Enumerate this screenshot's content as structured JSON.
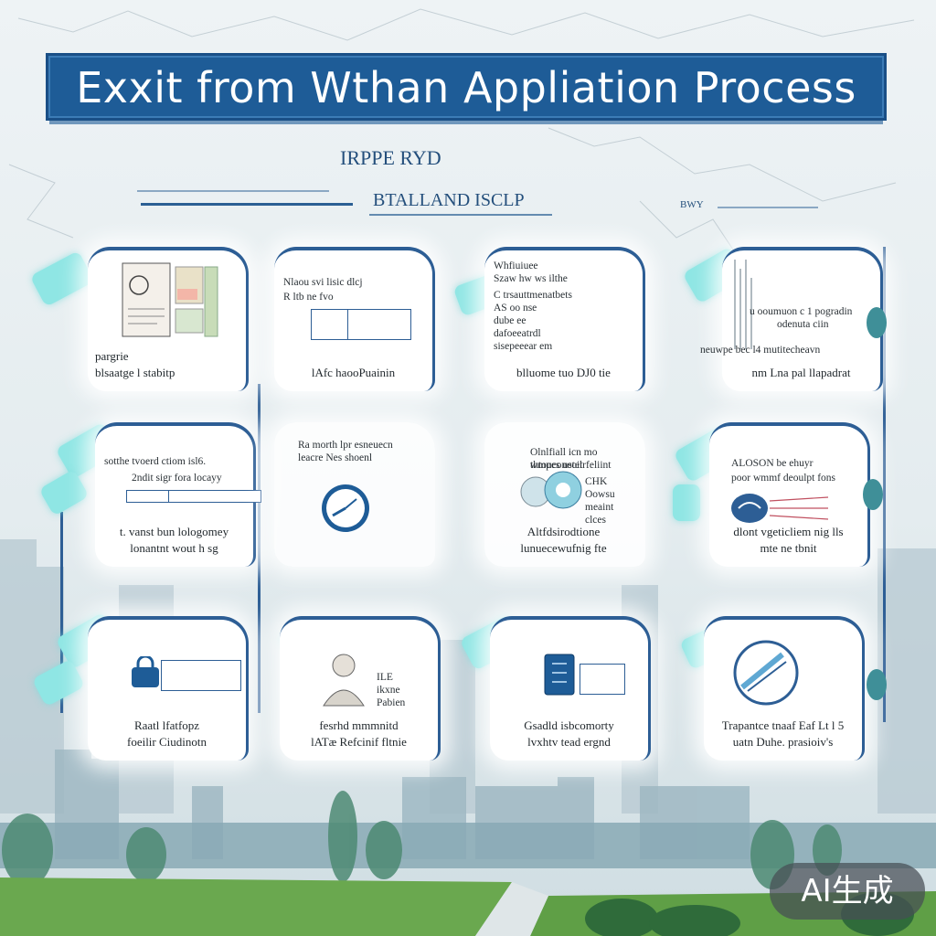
{
  "title": "Exxit from Wthan Appliation Process",
  "subtitle_top": "IRPPE RYD",
  "subtitle_mid": "BTALLAND ISCLP",
  "subtitle_right": "BWY",
  "cards": [
    {
      "lines": [],
      "caption_1": "pargrie",
      "caption_2": "blsaatge l stabitp"
    },
    {
      "lines": [
        "Nlaou svi lisic dlcj",
        "R ltb ne fvo"
      ],
      "caption_1": "lAfc haooPuainin",
      "caption_2": ""
    },
    {
      "lines": [
        "Whfiuiuee",
        "Szaw hw ws ilthe",
        "C trsauttmenatbets",
        "AS oo nse",
        "dube ee",
        "dafoeeatrdl",
        "sisepeeear em"
      ],
      "caption_1": "blluome tuo DJ0 tie",
      "caption_2": ""
    },
    {
      "lines": [
        "u ooumuon c 1 pogradin",
        "odenuta ciin",
        "neuwpe bec l4 mutitecheavn"
      ],
      "caption_1": "nm Lna pal llapadrat",
      "caption_2": ""
    },
    {
      "lines": [
        "sotthe tvoerd ctiom isl6.",
        "2ndit sigr fora locayy"
      ],
      "caption_1": "t. vanst bun lologomey",
      "caption_2": "lonantnt wout h sg"
    },
    {
      "lines": [
        "Ra morth lpr esneuecn",
        "leacre Nes shoenl"
      ],
      "caption_1": "",
      "caption_2": ""
    },
    {
      "lines": [
        "Olnlfiall icn mo thtouconeoit",
        "wmpes ustelrfeliint",
        "CHK",
        "Oowsu",
        "meaint clces"
      ],
      "caption_1": "Altfdsirodtione",
      "caption_2": "lunuecewufnig fte"
    },
    {
      "lines": [
        "ALOSON be ehuyr",
        "poor wmmf deoulpt fons"
      ],
      "caption_1": "dlont vgeticliem nig lls",
      "caption_2": "mte ne tbnit"
    },
    {
      "lines": [],
      "caption_1": "Raatl lfatfopz",
      "caption_2": "foeilir Ciudinotn"
    },
    {
      "lines": [
        "ILE",
        "ikxne",
        "Pabien"
      ],
      "caption_1": "fesrhd mmmnitd",
      "caption_2": "lATæ Refcinif fltnie"
    },
    {
      "lines": [],
      "caption_1": "Gsadld isbcomorty",
      "caption_2": "lvxhtv tead ergnd"
    },
    {
      "lines": [],
      "caption_1": "Trapantce tnaaf Eaf Lt l 5",
      "caption_2": "uatn Duhe. prasioiv's"
    }
  ],
  "badge": "AI生成",
  "colors": {
    "primary": "#1e5c97",
    "accent": "#8fe6e4",
    "dot": "#3f8f98"
  }
}
